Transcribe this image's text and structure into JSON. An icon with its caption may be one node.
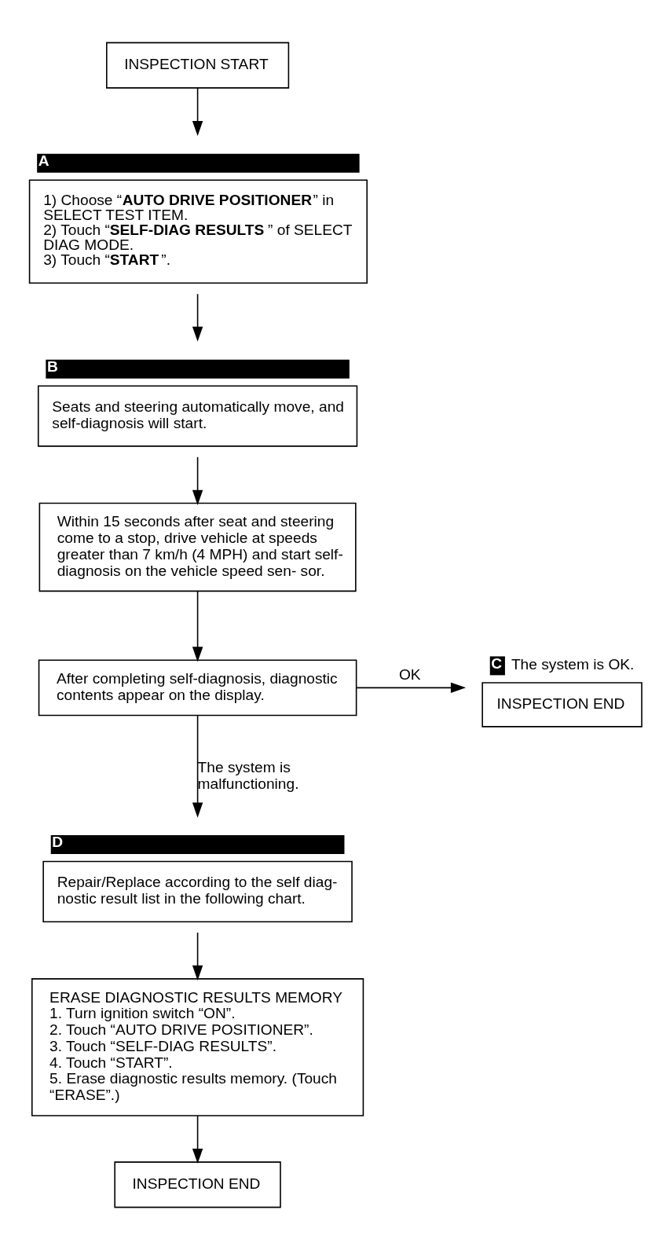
{
  "diagram": {
    "nodes": [
      {
        "text": [
          "INSPECTION START"
        ]
      },
      {
        "text": [
          "1) Choose “**AUTO DRIVE POSITIONER**” in SELECT TEST ITEM.",
          "2) Touch “**SELF-DIAG RESULTS**” of SELECT DIAG MODE.",
          "3) Touch “**START**”."
        ],
        "beside": [
          "A"
        ]
      },
      {
        "text": [
          "Seats and steering automatically move, and self-diagnosis will start."
        ],
        "beside": [
          "B"
        ]
      },
      {
        "text": [
          "Within 15 seconds after seat and steering come to a stop, drive vehicle at speeds greater than 7 km/h (4 MPH) and start self-diagnosis on the vehicle speed sen- sor."
        ]
      },
      {
        "text": [
          "After completing self-diagnosis, diagnostic contents appear on the display."
        ]
      },
      {
        "text": [
          "INSPECTION END"
        ],
        "beside": [
          "C",
          "The system is OK."
        ]
      },
      {
        "text": [
          "Repair/Replace according to the self diag- nostic result list in the following chart."
        ],
        "beside": [
          "D"
        ]
      },
      {
        "text": [
          "ERASE DIAGNOSTIC RESULTS MEMORY",
          "1. Turn ignition switch “ON”.",
          "2. Touch “AUTO DRIVE POSITIONER”.",
          "3. Touch “SELF-DIAG RESULTS”.",
          "4. Touch “START”.",
          "5. Erase diagnostic results memory. (Touch “ERASE”.)"
        ]
      },
      {
        "text": [
          "INSPECTION END"
        ]
      }
    ],
    "edges": [
      {
        "from": 0,
        "to": 1,
        "arrow": "to"
      },
      {
        "from": 1,
        "to": 2,
        "arrow": "to"
      },
      {
        "from": 2,
        "to": 3,
        "arrow": "to"
      },
      {
        "from": 3,
        "to": 4,
        "arrow": "to"
      },
      {
        "from": 4,
        "to": 5,
        "arrow": "to",
        "label": "OK"
      },
      {
        "from": 4,
        "to": 6,
        "arrow": "to",
        "label": "The system is malfunctioning."
      },
      {
        "from": 6,
        "to": 7,
        "arrow": "to"
      },
      {
        "from": 7,
        "to": 8,
        "arrow": "to"
      }
    ]
  }
}
